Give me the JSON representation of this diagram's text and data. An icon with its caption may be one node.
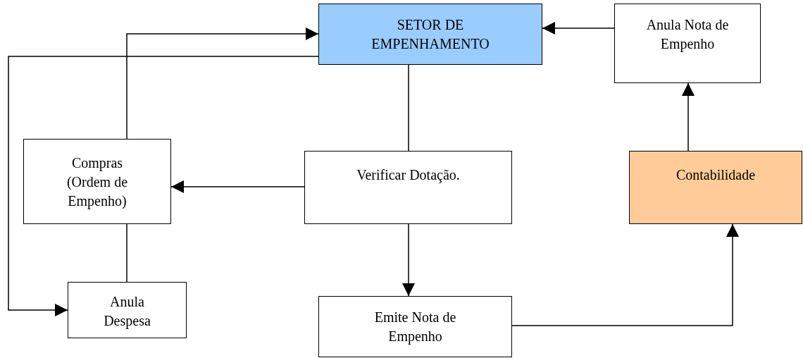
{
  "diagram": {
    "nodes": [
      {
        "text": [
          "SETOR DE EMPENHAMENTO"
        ]
      },
      {
        "text": [
          "Anula Nota de Empenho"
        ]
      },
      {
        "text": [
          "Compras (Ordem de Empenho)"
        ]
      },
      {
        "text": [
          "Verificar Dotação."
        ]
      },
      {
        "text": [
          "Contabilidade"
        ]
      },
      {
        "text": [
          "Anula Despesa"
        ]
      },
      {
        "text": [
          "Emite Nota de Empenho"
        ]
      }
    ],
    "edges": [
      {
        "from": 1,
        "to": 0,
        "arrow": "to"
      },
      {
        "from": 0,
        "to": 3,
        "arrow": "none"
      },
      {
        "from": 3,
        "to": 2,
        "arrow": "to"
      },
      {
        "from": 2,
        "to": 0,
        "arrow": "to"
      },
      {
        "from": 2,
        "to": 5,
        "arrow": "none"
      },
      {
        "from": 0,
        "to": 5,
        "arrow": "to"
      },
      {
        "from": 3,
        "to": 6,
        "arrow": "to"
      },
      {
        "from": 6,
        "to": 4,
        "arrow": "to"
      },
      {
        "from": 4,
        "to": 1,
        "arrow": "to"
      }
    ]
  }
}
